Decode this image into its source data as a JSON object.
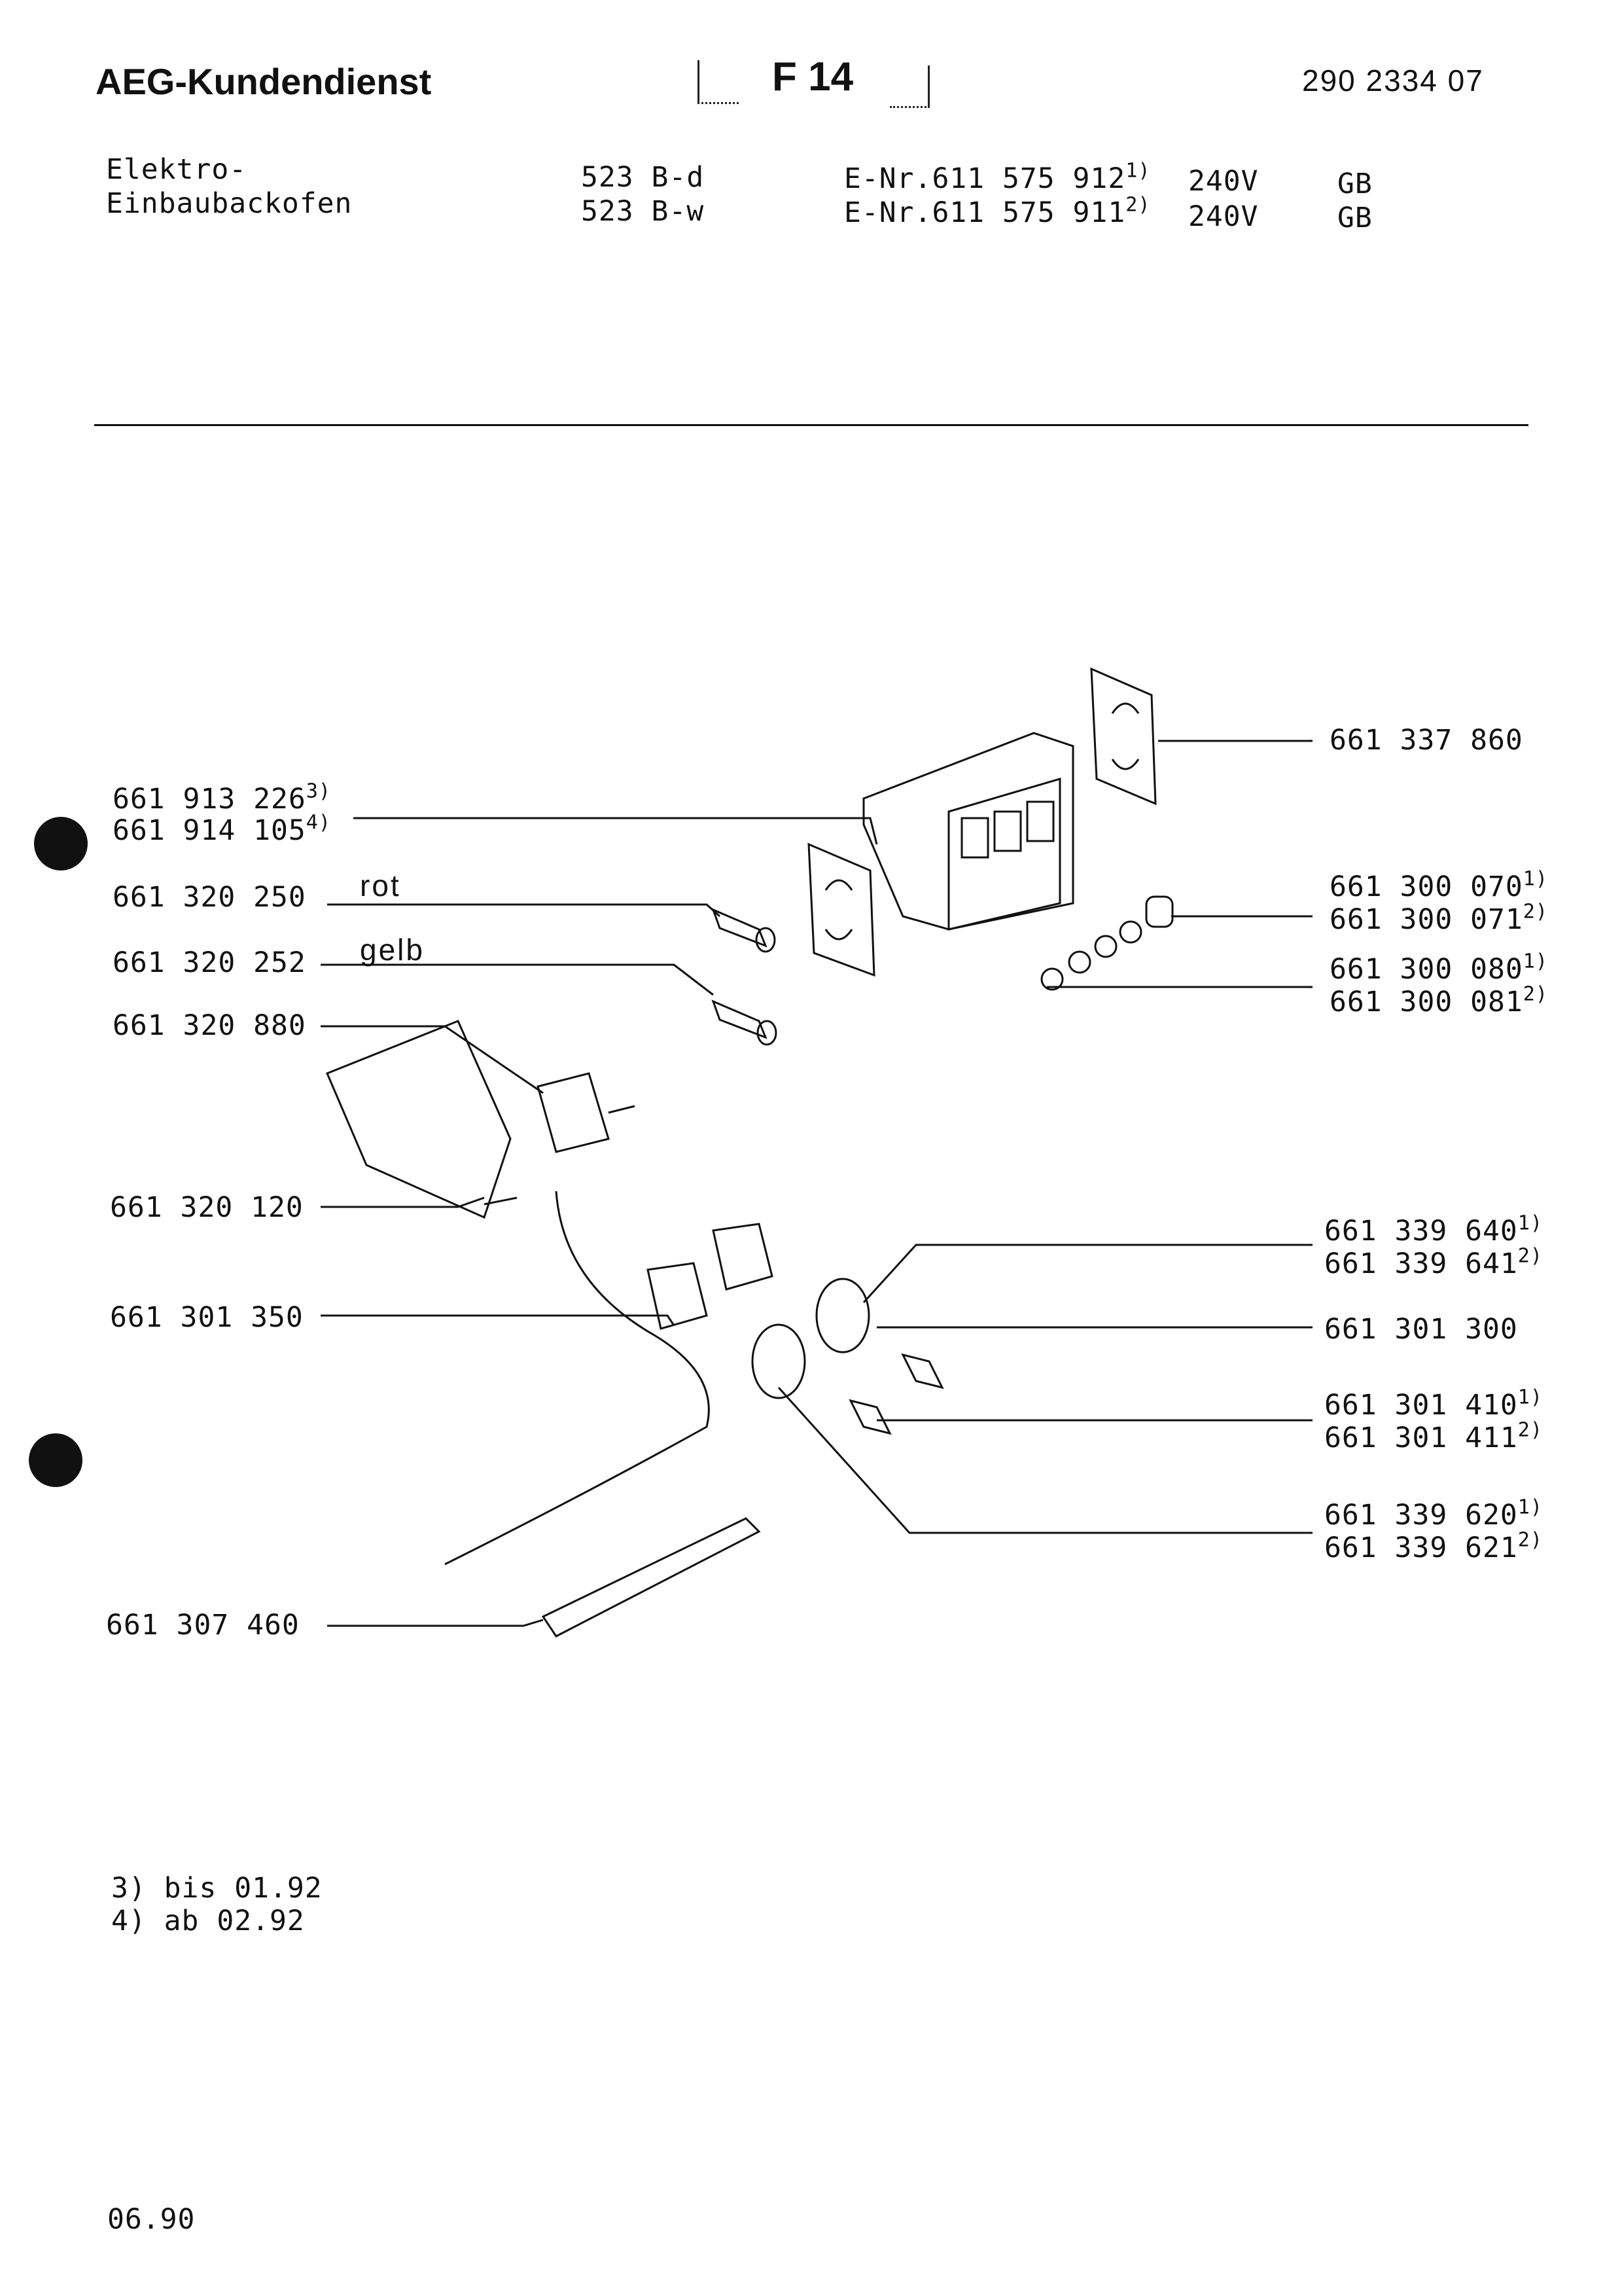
{
  "header": {
    "brand": "AEG-Kundendienst",
    "page_code": "F 14",
    "doc_number": "290 2334 07"
  },
  "product": {
    "name_line1": "Elektro-",
    "name_line2": "Einbaubackofen",
    "models": [
      {
        "model": "523 B-d",
        "enr": "E-Nr.611 575 912",
        "enr_note": "1)",
        "voltage": "240V",
        "country": "GB"
      },
      {
        "model": "523 B-w",
        "enr": "E-Nr.611 575 911",
        "enr_note": "2)",
        "voltage": "240V",
        "country": "GB"
      }
    ]
  },
  "parts_left": [
    {
      "lines": [
        {
          "nr": "661 913 226",
          "note": "3)"
        },
        {
          "nr": "661 914 105",
          "note": "4)"
        }
      ]
    },
    {
      "lines": [
        {
          "nr": "661 320 250",
          "note": ""
        }
      ],
      "label": "rot"
    },
    {
      "lines": [
        {
          "nr": "661 320 252",
          "note": ""
        }
      ],
      "label": "gelb"
    },
    {
      "lines": [
        {
          "nr": "661 320 880",
          "note": ""
        }
      ]
    },
    {
      "lines": [
        {
          "nr": "661 320 120",
          "note": ""
        }
      ]
    },
    {
      "lines": [
        {
          "nr": "661 301 350",
          "note": ""
        }
      ]
    },
    {
      "lines": [
        {
          "nr": "661 307 460",
          "note": ""
        }
      ]
    }
  ],
  "parts_right": [
    {
      "lines": [
        {
          "nr": "661 337 860",
          "note": ""
        }
      ]
    },
    {
      "lines": [
        {
          "nr": "661 300 070",
          "note": "1)"
        },
        {
          "nr": "661 300 071",
          "note": "2)"
        }
      ]
    },
    {
      "lines": [
        {
          "nr": "661 300 080",
          "note": "1)"
        },
        {
          "nr": "661 300 081",
          "note": "2)"
        }
      ]
    },
    {
      "lines": [
        {
          "nr": "661 339 640",
          "note": "1)"
        },
        {
          "nr": "661 339 641",
          "note": "2)"
        }
      ]
    },
    {
      "lines": [
        {
          "nr": "661 301 300",
          "note": ""
        }
      ]
    },
    {
      "lines": [
        {
          "nr": "661 301 410",
          "note": "1)"
        },
        {
          "nr": "661 301 411",
          "note": "2)"
        }
      ]
    },
    {
      "lines": [
        {
          "nr": "661 339 620",
          "note": "1)"
        },
        {
          "nr": "661 339 621",
          "note": "2)"
        }
      ]
    }
  ],
  "footnotes": [
    "3) bis 01.92",
    "4) ab  02.92"
  ],
  "date": "06.90"
}
